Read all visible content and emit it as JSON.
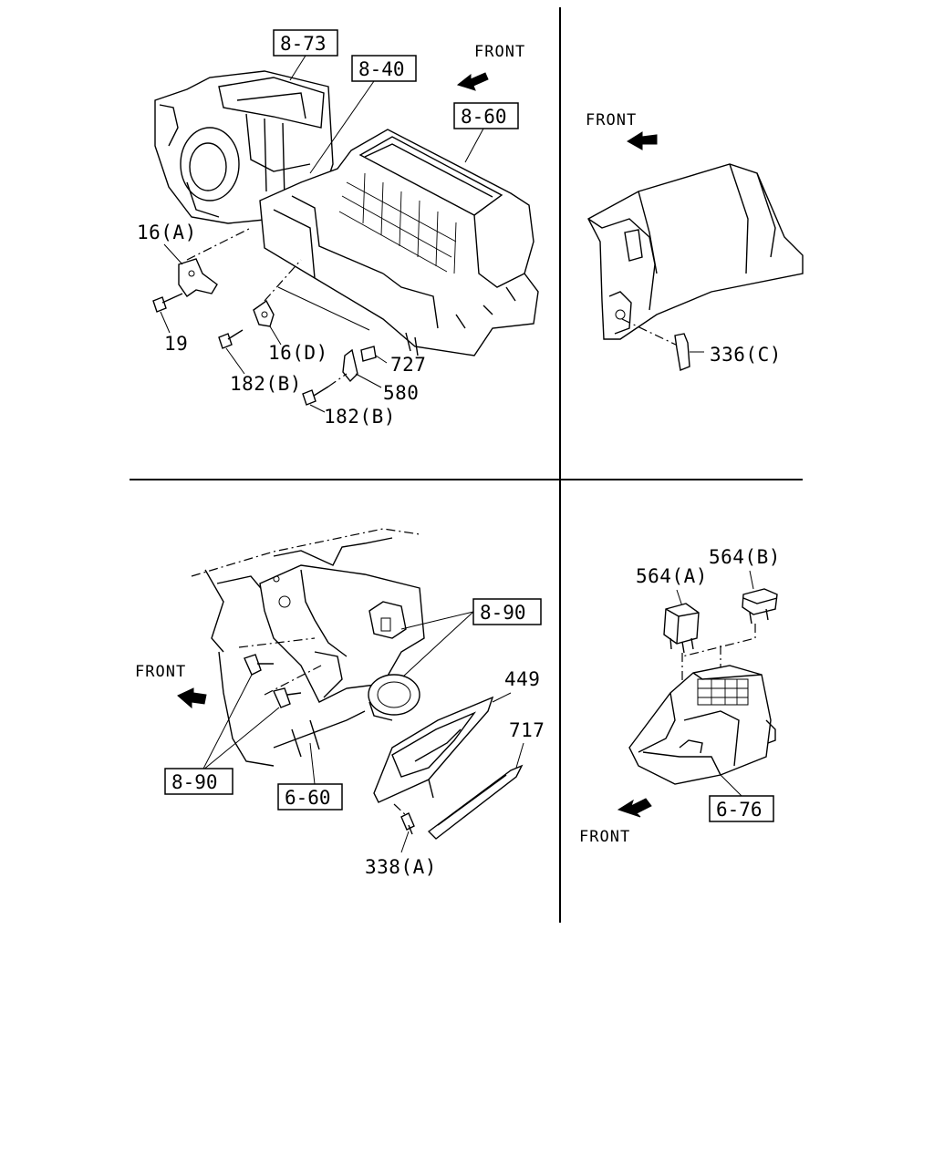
{
  "colors": {
    "ink": "#000000",
    "paper": "#ffffff"
  },
  "icons": [
    "front-arrow-icon"
  ],
  "panels": {
    "top_left": {
      "front": "FRONT",
      "ref_boxes": [
        "8-73",
        "8-40",
        "8-60"
      ],
      "labels": [
        "16(A)",
        "19",
        "16(D)",
        "182(B)",
        "727",
        "580",
        "182(B)"
      ]
    },
    "top_right": {
      "front": "FRONT",
      "labels": [
        "336(C)"
      ]
    },
    "bottom_left": {
      "front": "FRONT",
      "ref_boxes": [
        "8-90",
        "8-90",
        "6-60"
      ],
      "labels": [
        "449",
        "717",
        "338(A)"
      ]
    },
    "bottom_right": {
      "front": "FRONT",
      "ref_boxes": [
        "6-76"
      ],
      "labels": [
        "564(A)",
        "564(B)"
      ]
    }
  }
}
